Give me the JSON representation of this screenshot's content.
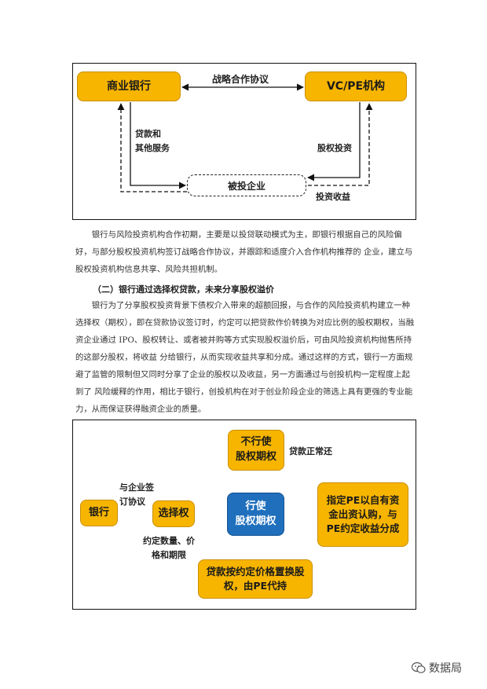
{
  "diagram1": {
    "commercial_bank": "商业银行",
    "vcpe": "VC/PE机构",
    "strategic_agreement": "战略合作协议",
    "loans_services_line1": "贷款和",
    "loans_services_line2": "其他服务",
    "equity_investment": "股权投资",
    "investee": "被投企业",
    "investment_return": "投资收益"
  },
  "paragraph1": "银行与风险投资机构合作初期，主要是以投贷联动模式为主，即银行根据自己的风险偏好，与部分股权投资机构签订战略合作协议，并跟踪和适度介入合作机构推荐的 企业，建立与股权投资机构信息共享、风险共担机制。",
  "section_heading": "（二）银行通过选择权贷款，未来分享股权溢价",
  "paragraph2": "银行为了分享股权投资背景下债权介入带来的超额回报，与合作的风险投资机构建立一种选择权（期权），即在贷款协议签订时，约定可以把贷款作价转换为对应比例的股权期权，当融资企业通过 IPO、股权转让、或者被并购等方式实现股权溢价后，可由风险投资机构抛售所持的这部分股权，将收益 分给银行，从而实现收益共享和分成。通过这样的方式，银行一方面规避了监管的限制但又同时分享了企业的股权以及收益，另一方面通过与创投机构一定程度上起到了 风险缓释的作用，相比于银行，创投机构在对于创业阶段企业的筛选上具有更强的专业能力，从而保证获得融资企业的质量。",
  "diagram2": {
    "bank": "银行",
    "sign_agreement_line1": "与企业签",
    "sign_agreement_line2": "订协议",
    "option": "选择权",
    "agreed_terms_line1": "约定数量、价",
    "agreed_terms_line2": "格和期限",
    "not_exercise_line1": "不行使",
    "not_exercise_line2": "股权期权",
    "normal_repayment": "贷款正常还",
    "exercise_line1": "行使",
    "exercise_line2": "股权期权",
    "pe_line1": "指定PE以自有资",
    "pe_line2": "金出资认购，与",
    "pe_line3": "PE约定收益分成",
    "convert_line1": "贷款按约定价格置换股",
    "convert_line2": "权，由PE代持"
  },
  "watermark": "数据局"
}
